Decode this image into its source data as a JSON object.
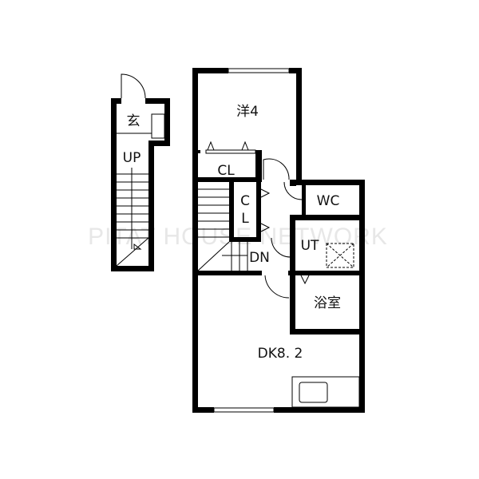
{
  "rooms": {
    "western_room": "洋4",
    "closet_1": "CL",
    "closet_2_c": "C",
    "closet_2_l": "L",
    "toilet": "WC",
    "utility": "UT",
    "down_stairs": "DN",
    "bathroom": "浴室",
    "dining_kitchen": "DK8. 2",
    "entrance": "玄",
    "up_stairs": "UP"
  },
  "watermark": "PITAT HOUSE NETWORK",
  "colors": {
    "wall": "#000000",
    "background": "#ffffff"
  }
}
